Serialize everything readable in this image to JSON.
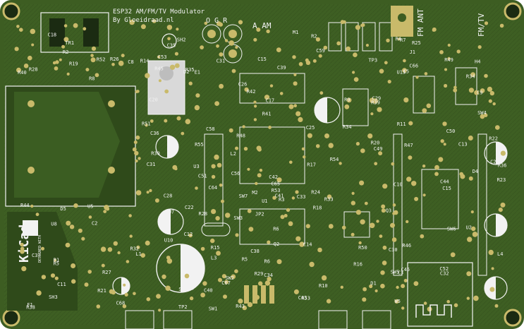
{
  "board": {
    "title_line1": "ESP32 AM/FM/TV Modulator",
    "title_line2": "By Gloeidraad.nl",
    "logo_text": "KiCad",
    "logo_sub": "DESIGNED WITH",
    "colors": {
      "board": "#3d5d22",
      "copper": "#48702a",
      "pad": "#c9ba6a",
      "silk": "#f2f2f2",
      "dark": "#1b2b12"
    }
  },
  "connector_labels": {
    "fm_ant": "FM ANT",
    "fm_tv": "FM/TV",
    "a_am": "A AM",
    "ogr": "O G R"
  },
  "refs": [
    "C45",
    "J1",
    "F1",
    "SH1",
    "C40",
    "U7",
    "C34",
    "C35",
    "C17",
    "C20",
    "C13",
    "R20",
    "R26",
    "JP2",
    "U1",
    "L1",
    "L2",
    "L3",
    "L4",
    "E1",
    "R36",
    "C58",
    "C59",
    "R35",
    "R34",
    "C65",
    "C66",
    "R52",
    "C67",
    "R50",
    "C68",
    "R54",
    "R55",
    "R53",
    "R51",
    "C64",
    "TP2",
    "D4",
    "C14",
    "C28",
    "C15",
    "C56",
    "C51",
    "C31",
    "R45",
    "R49",
    "R53",
    "R43",
    "C2",
    "C3",
    "C36",
    "C41",
    "D5",
    "D2",
    "C8",
    "U2",
    "R23",
    "R28",
    "R24",
    "R25",
    "TP3",
    "R33",
    "R34",
    "R18",
    "R19",
    "R16",
    "R17",
    "R47",
    "R48",
    "R38",
    "C37",
    "C39",
    "U5",
    "R30",
    "R41",
    "R42",
    "R44",
    "R32",
    "C19",
    "C18",
    "C29",
    "TR1",
    "W5",
    "SH2",
    "SH3",
    "C38",
    "U3",
    "C43",
    "R6",
    "R21",
    "R22",
    "U8",
    "C33",
    "C32",
    "C31",
    "D1",
    "C44",
    "C42",
    "Q3",
    "Q2",
    "R39",
    "R40",
    "R27",
    "R28",
    "R46",
    "R8",
    "R7",
    "R5",
    "R4",
    "U10",
    "C22",
    "R15",
    "R14",
    "C10",
    "C12",
    "C21",
    "C11",
    "C9",
    "C5",
    "R2",
    "R3",
    "R9",
    "C26",
    "R1",
    "R10",
    "R11",
    "C25",
    "C30",
    "R29",
    "M2",
    "R2",
    "R5",
    "R6",
    "C15",
    "M1",
    "SW1",
    "SW2",
    "SW3",
    "SW4",
    "SW5",
    "SW6",
    "SW7",
    "H4",
    "C52",
    "C53",
    "C50",
    "C49",
    "U13"
  ],
  "switch_labels": [
    "SW1",
    "SW2",
    "SW3",
    "SW4",
    "SW5",
    "SW6",
    "SW7"
  ]
}
